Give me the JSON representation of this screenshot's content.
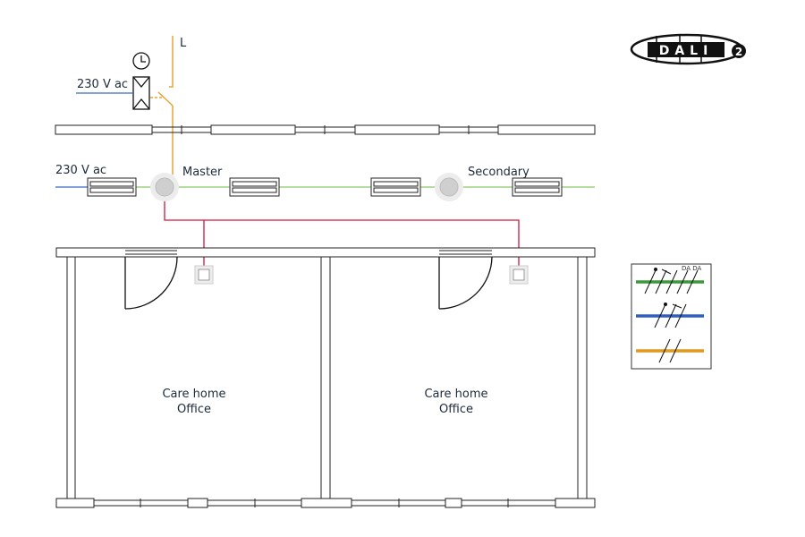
{
  "labels": {
    "phase": "L",
    "supply_top": "230 V ac",
    "supply_row": "230 V ac",
    "master": "Master",
    "secondary": "Secondary"
  },
  "rooms": [
    {
      "line1": "Care home",
      "line2": "Office"
    },
    {
      "line1": "Care home",
      "line2": "Office"
    }
  ],
  "logo": {
    "text": "DALI",
    "version": "2"
  },
  "legend": {
    "header": "DA DA"
  },
  "colors": {
    "dali_bus": "#d0163c",
    "live": "#e8a33a",
    "neutral": "#3b6cc4",
    "switched": "#8cc96a",
    "legend_green": "#3a9a3a",
    "legend_blue": "#2e5fc0",
    "legend_orange": "#e09a20"
  }
}
